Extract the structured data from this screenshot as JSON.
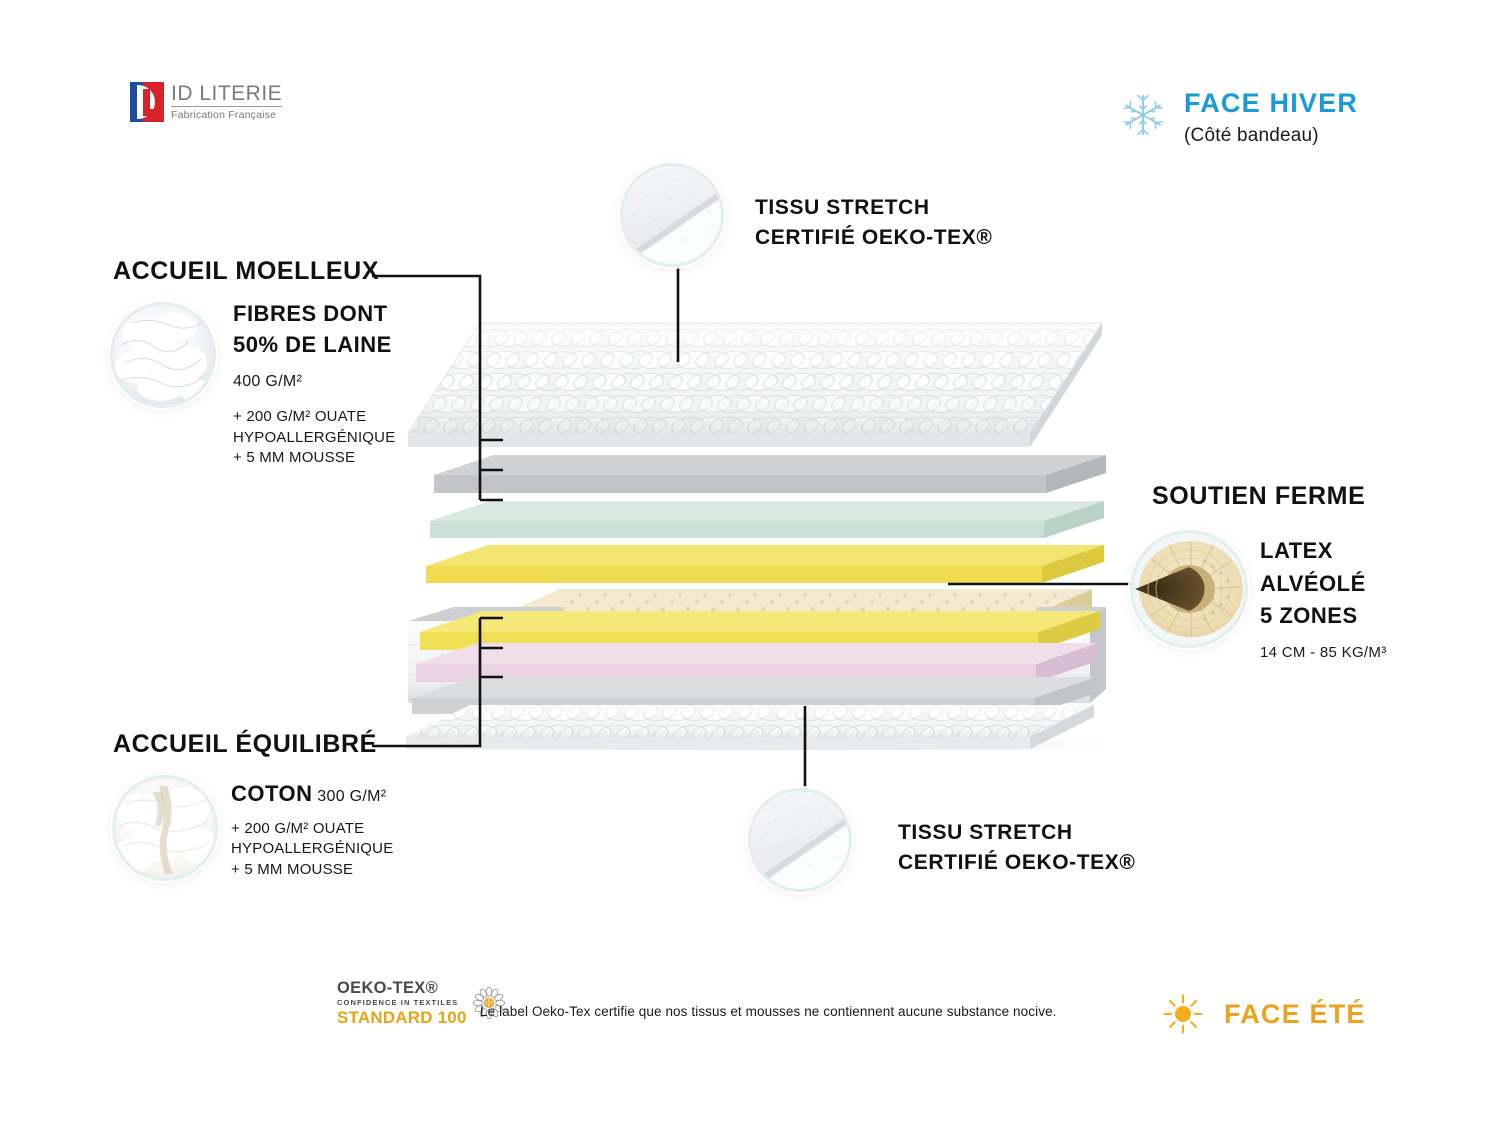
{
  "brand": {
    "name": "ID LITERIE",
    "tagline": "Fabrication Française",
    "logo_icon": "french-flag-d-logo",
    "colors": {
      "blue": "#1a4fa0",
      "red": "#d8232a",
      "text": "#7b7b7b"
    }
  },
  "face_hiver": {
    "icon": "snowflake-icon",
    "title": "FACE HIVER",
    "subtitle": "(Côté bandeau)",
    "color": "#1a9bd7"
  },
  "face_ete": {
    "icon": "sun-icon",
    "title": "FACE ÉTÉ",
    "color": "#eda320"
  },
  "callouts": {
    "accueil_moelleux": {
      "title": "ACCUEIL MOELLEUX",
      "line1": "FIBRES DONT",
      "line2": "50% DE LAINE",
      "weight": "400 G/M²",
      "details": "+ 200 G/M² OUATE\n   HYPOALLERGÉNIQUE\n+ 5 MM MOUSSE",
      "swatch_icon": "wool-fibre-swatch"
    },
    "tissu_stretch_top": {
      "text": "TISSU STRETCH\nCERTIFIÉ OEKO-TEX®",
      "swatch_icon": "stretch-fabric-swatch"
    },
    "soutien_ferme": {
      "title": "SOUTIEN FERME",
      "material": "LATEX\nALVÉOLÉ\n5 ZONES",
      "spec": "14 CM - 85 KG/M³",
      "swatch_icon": "latex-core-swatch"
    },
    "accueil_equilibre": {
      "title": "ACCUEIL ÉQUILIBRÉ",
      "material_name": "COTON",
      "material_weight": "300 G/M²",
      "details": "+ 200 G/M² OUATE\n   HYPOALLERGÉNIQUE\n+ 5 MM MOUSSE",
      "swatch_icon": "cotton-fibre-swatch"
    },
    "tissu_stretch_bottom": {
      "text": "TISSU STRETCH\nCERTIFIÉ OEKO-TEX®",
      "swatch_icon": "stretch-fabric-swatch"
    }
  },
  "oeko_tex": {
    "line1": "OEKO-TEX®",
    "line2": "CONFIDENCE IN TEXTILES",
    "line3": "STANDARD 100",
    "icon": "oeko-tex-flower-icon",
    "caption": "Le label Oeko-Tex certifie que nos tissus et mousses ne contiennent aucune substance nocive.",
    "accent_color": "#e8a317"
  },
  "mattress_layers": [
    {
      "name": "quilted-top-cover",
      "color": "#f2f3f3"
    },
    {
      "name": "grey-foam-layer",
      "color": "#c6c7c9"
    },
    {
      "name": "mint-layer",
      "color": "#cfe2da"
    },
    {
      "name": "yellow-foam-layer-top",
      "color": "#f0dc50"
    },
    {
      "name": "latex-core",
      "color": "#ecdcaa"
    },
    {
      "name": "yellow-foam-layer-bottom",
      "color": "#f0e055"
    },
    {
      "name": "pink-foam-layer",
      "color": "#e9d2e3"
    },
    {
      "name": "grey-foam-layer-bottom",
      "color": "#d3d4d5"
    },
    {
      "name": "quilted-bottom-cover",
      "color": "#f2f3f3"
    }
  ]
}
